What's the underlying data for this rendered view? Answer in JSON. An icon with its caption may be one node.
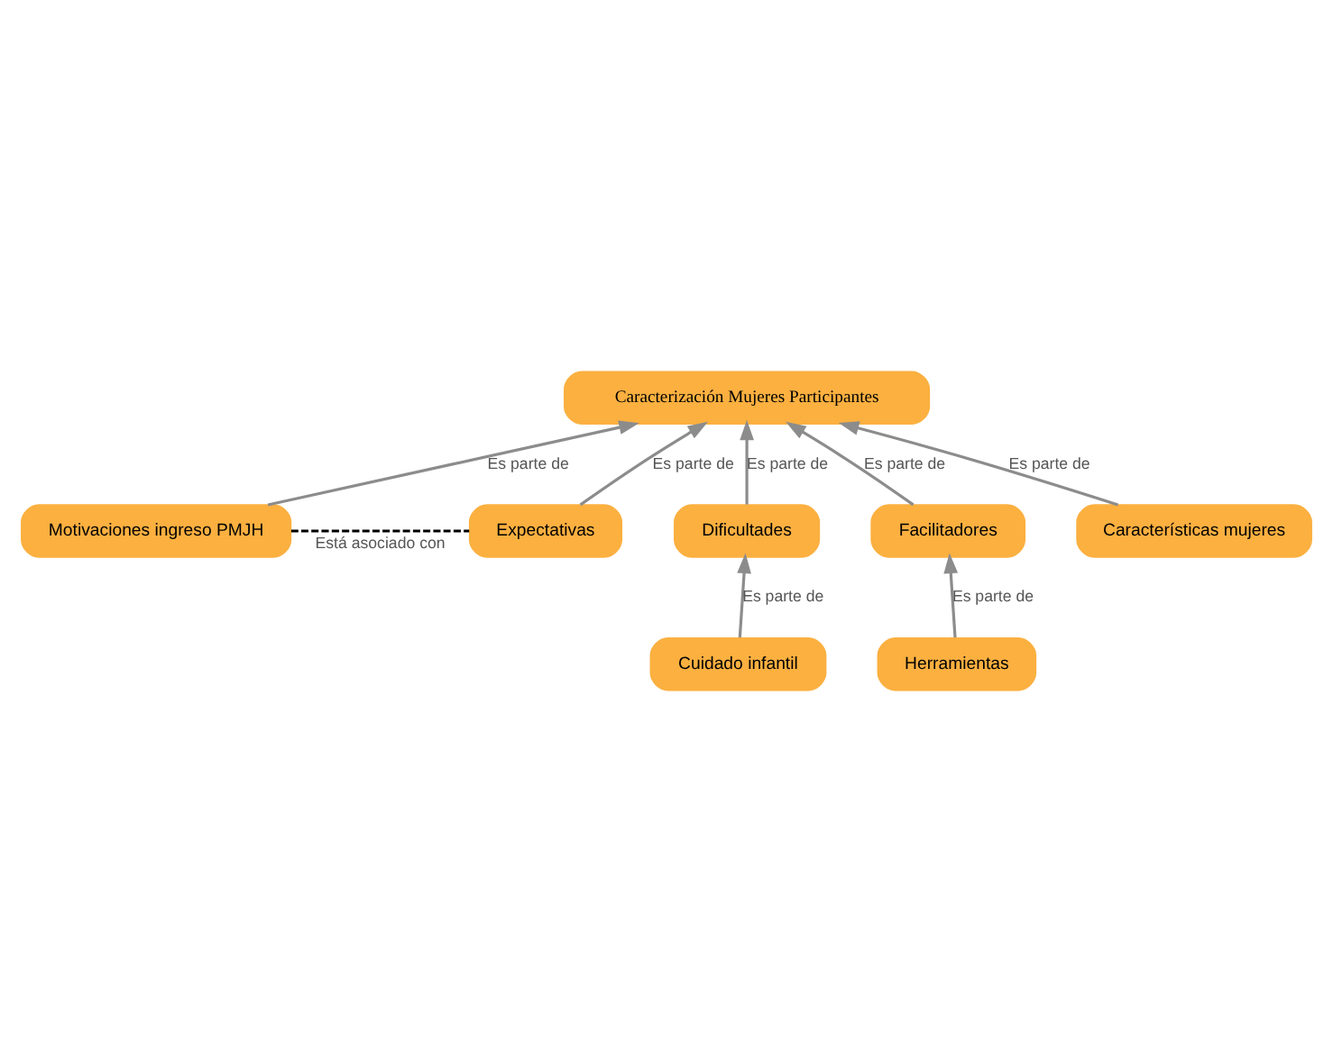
{
  "diagram": {
    "nodes": [
      {
        "text": [
          "Caracterización Mujeres Participantes"
        ]
      },
      {
        "text": [
          "Cuidado infantil"
        ]
      },
      {
        "text": [
          "Motivaciones ingreso PMJH"
        ]
      },
      {
        "text": [
          "Dificultades"
        ]
      },
      {
        "text": [
          "Facilitadores"
        ]
      },
      {
        "text": [
          "Expectativas"
        ]
      },
      {
        "text": [
          "Herramientas"
        ]
      },
      {
        "text": [
          "Características mujeres"
        ]
      }
    ],
    "edges": [
      {
        "from": 2,
        "to": 0,
        "arrow": "to",
        "label": "Es parte de"
      },
      {
        "from": 4,
        "to": 0,
        "arrow": "to",
        "label": "Es parte de"
      },
      {
        "from": 7,
        "to": 0,
        "arrow": "to",
        "label": "Es parte de"
      },
      {
        "from": 5,
        "to": 0,
        "arrow": "to",
        "label": "Es parte de"
      },
      {
        "from": 3,
        "to": 0,
        "arrow": "to",
        "label": "Es parte de"
      },
      {
        "from": 1,
        "to": 3,
        "arrow": "to",
        "label": "Es parte de"
      },
      {
        "from": 6,
        "to": 4,
        "arrow": "to",
        "label": "Es parte de"
      },
      {
        "from": 2,
        "to": 5,
        "arrow": "none",
        "label": "Está asociado con",
        "style": "dashed",
        "color": "#000000"
      }
    ]
  }
}
